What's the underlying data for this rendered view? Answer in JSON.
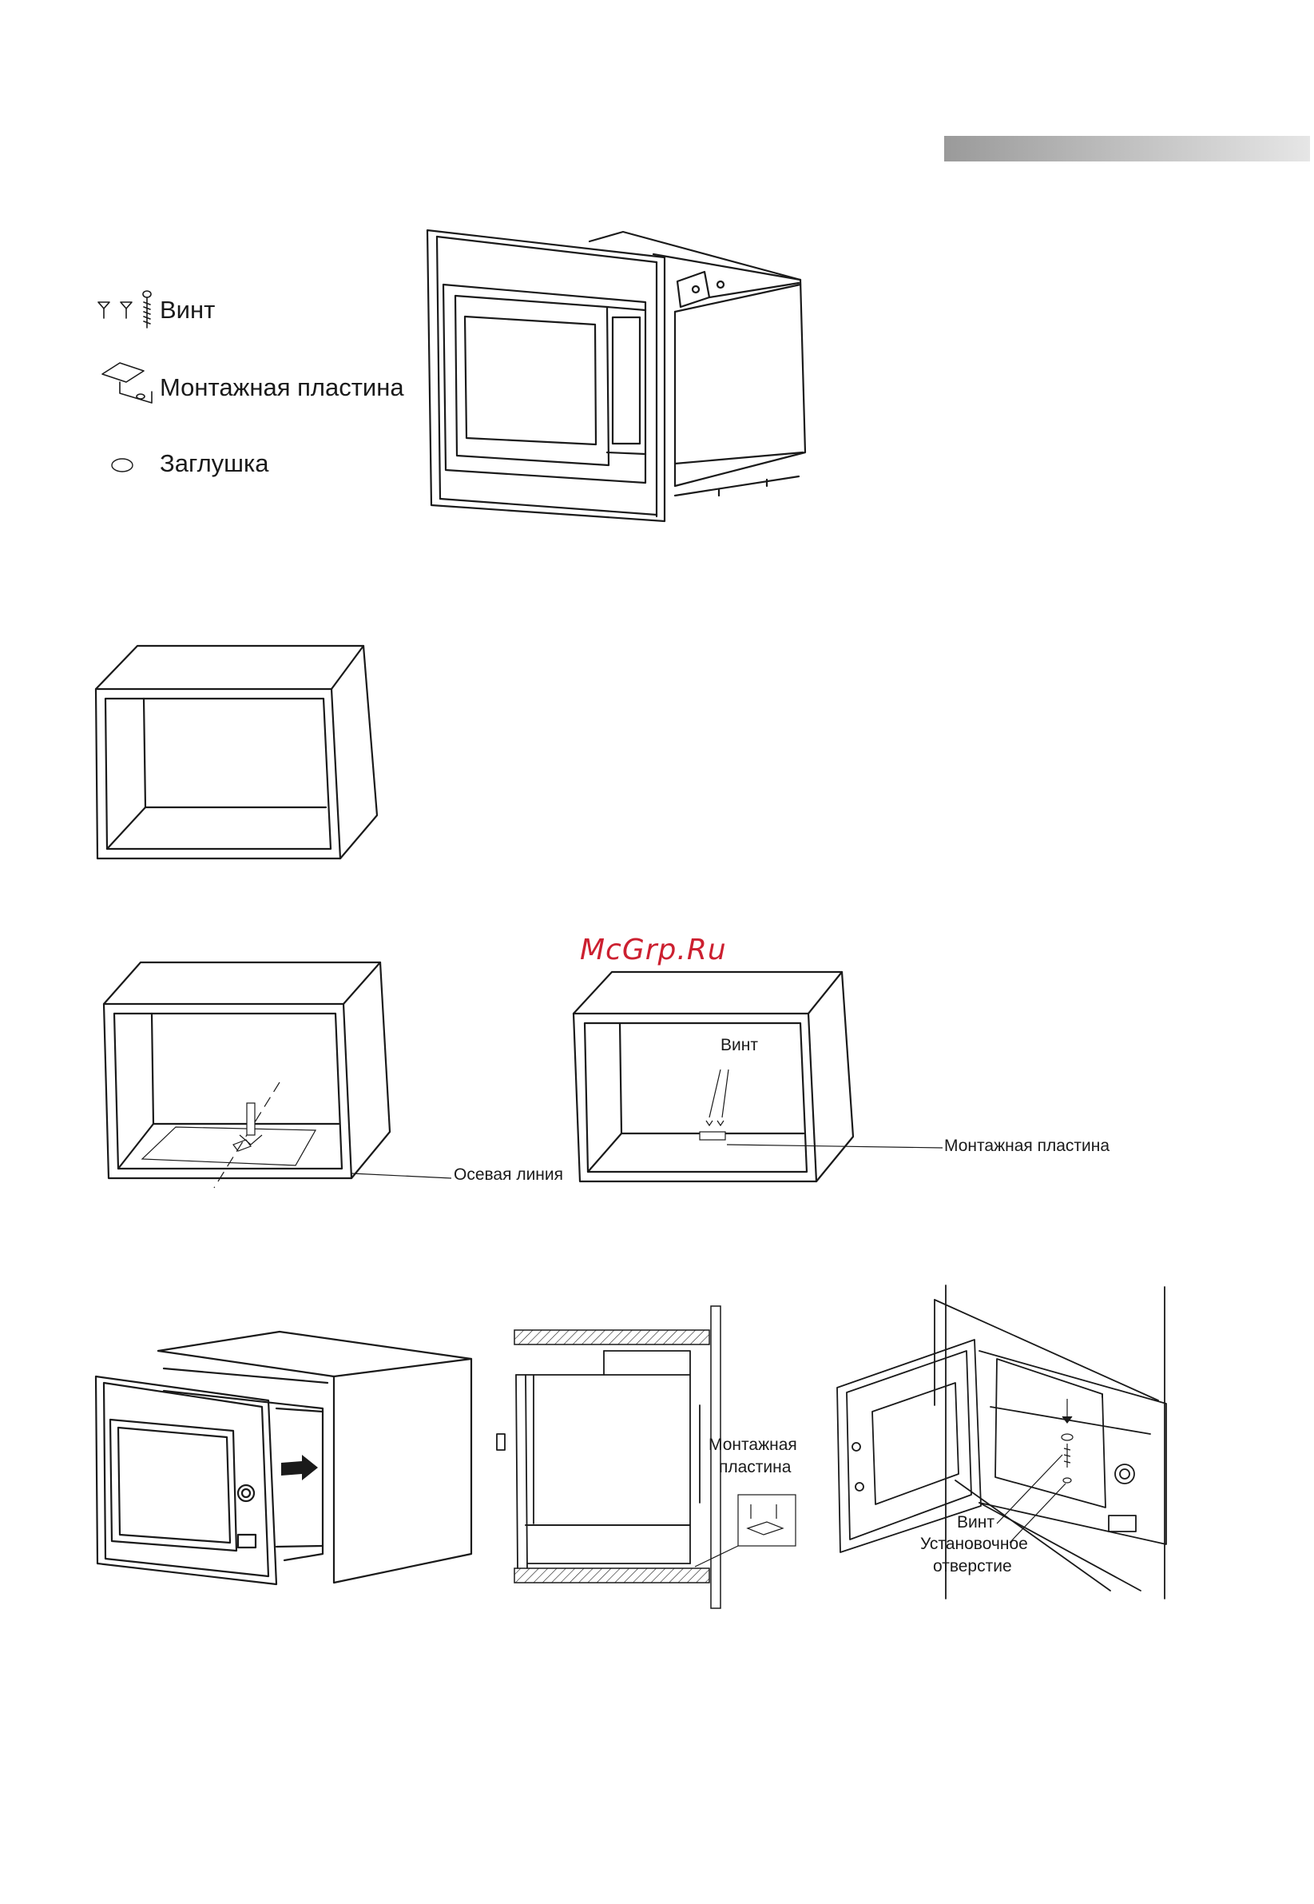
{
  "header": {
    "gradient_bar_colors": [
      "#9a9a9a",
      "#e8e8e8"
    ]
  },
  "parts": [
    {
      "icon": "screws-icon",
      "label": "Винт"
    },
    {
      "icon": "mounting-plate-icon",
      "label": "Монтажная пластина"
    },
    {
      "icon": "plug-cap-icon",
      "label": "Заглушка"
    }
  ],
  "watermark": {
    "text": "McGrp.Ru",
    "color": "#cc2030"
  },
  "step3": {
    "left_callout": "Осевая линия",
    "right_callout_screw": "Винт",
    "right_callout_plate": "Монтажная пластина"
  },
  "step4": {
    "middle_callout_line1": "Монтажная",
    "middle_callout_line2": "пластина",
    "right_callout_screw": "Винт",
    "right_callout_hole_line1": "Установочное",
    "right_callout_hole_line2": "отверстие"
  }
}
